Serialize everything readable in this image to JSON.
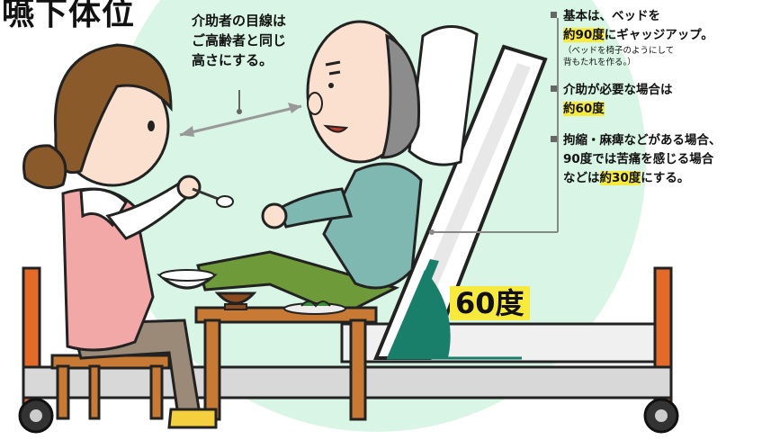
{
  "title_fragment": "嚥下体位",
  "sight_note": [
    "介助者の目線は",
    "ご高齢者と同じ",
    "高さにする。"
  ],
  "angle_label": "60度",
  "notes": [
    {
      "lines": [
        "基本は、ベッドを"
      ],
      "line2_pre": "",
      "line2_hl": "約90度",
      "line2_post": "にギャッジアップ。",
      "small": [
        "（ベッドを椅子のようにして",
        "背もたれを作る。）"
      ]
    },
    {
      "lines": [
        "介助が必要な場合は"
      ],
      "line2_pre": "",
      "line2_hl": "約60度",
      "line2_post": "",
      "small": []
    },
    {
      "lines": [
        "拘縮・麻痺などがある場合、",
        "90度では苦痛を感じる場合"
      ],
      "line2_pre": "などは",
      "line2_hl": "約30度",
      "line2_post": "にする。",
      "small": []
    }
  ],
  "colors": {
    "circle": "#d9f5e6",
    "bed_frame": "#d8d8d8",
    "bed_post": "#e46a2a",
    "wall": "#ffffff",
    "angle_wedge": "#1a7f6a",
    "highlight": "#f7ea3c",
    "apron": "#f3a8a8",
    "shirt_patient": "#7fb8b0",
    "pants_patient": "#6e9a3a",
    "hair_caregiver": "#8a5a2b",
    "table": "#c87a35"
  }
}
